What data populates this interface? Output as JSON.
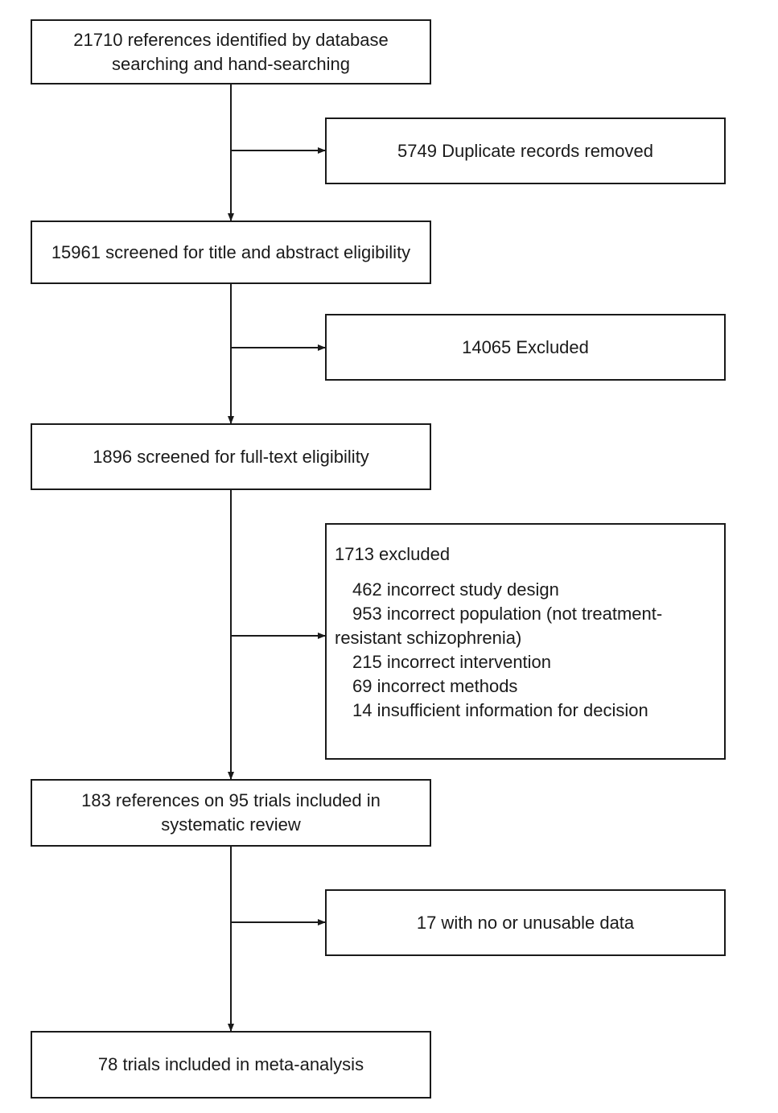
{
  "flow": {
    "identified": "21710 references identified by database searching and hand-searching",
    "duplicates": "5749 Duplicate records removed",
    "screened_title": "15961 screened for title and abstract eligibility",
    "excluded_title": "14065 Excluded",
    "screened_fulltext": "1896 screened for full-text eligibility",
    "excluded_fulltext": {
      "title": "1713 excluded",
      "reasons": [
        "462 incorrect study design",
        "953 incorrect population (not treatment-resistant schizophrenia)",
        "215 incorrect intervention",
        "69 incorrect methods",
        "14 insufficient information for decision"
      ]
    },
    "systematic_review": "183 references on 95 trials included in systematic review",
    "unusable": "17 with no or unusable data",
    "meta_analysis": "78 trials included in meta-analysis"
  }
}
